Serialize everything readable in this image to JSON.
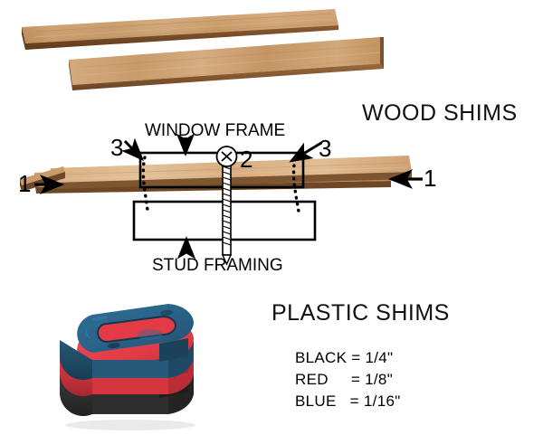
{
  "page": {
    "background_color": "#ffffff",
    "heading_color": "#111111"
  },
  "sections": {
    "wood": {
      "title": "WOOD SHIMS",
      "photo_alt": "two tapered wooden shims lying side by side",
      "wood_light": "#d8ab7c",
      "wood_mid": "#c79b6b",
      "wood_dark": "#8a5f38",
      "wood_edge": "#6d4724"
    },
    "plastic": {
      "title": "PLASTIC SHIMS",
      "photo_alt": "stack of three U-shaped plastic shims",
      "legend": [
        {
          "name": "BLACK",
          "separator": "=",
          "value": "1/4\"",
          "color": "#343434",
          "text": "BLACK = 1/4\""
        },
        {
          "name": "RED",
          "separator": "=",
          "value": "1/8\"",
          "color": "#e8404a",
          "text": "RED     = 1/8\""
        },
        {
          "name": "BLUE",
          "separator": "=",
          "value": "1/16\"",
          "color": "#2a6389",
          "text": "BLUE   = 1/16\""
        }
      ]
    },
    "diagram": {
      "labels": {
        "window_frame": "WINDOW FRAME",
        "stud_framing": "STUD FRAMING"
      },
      "callouts": [
        {
          "id": "callout-1-left",
          "text": "1"
        },
        {
          "id": "callout-1-right",
          "text": "1"
        },
        {
          "id": "callout-2-screw",
          "text": "2"
        },
        {
          "id": "callout-3-left",
          "text": "3"
        },
        {
          "id": "callout-3-right",
          "text": "3"
        }
      ],
      "stroke_color": "#000000",
      "screw_color": "#ffffff",
      "screw_outline": "#000000"
    }
  }
}
